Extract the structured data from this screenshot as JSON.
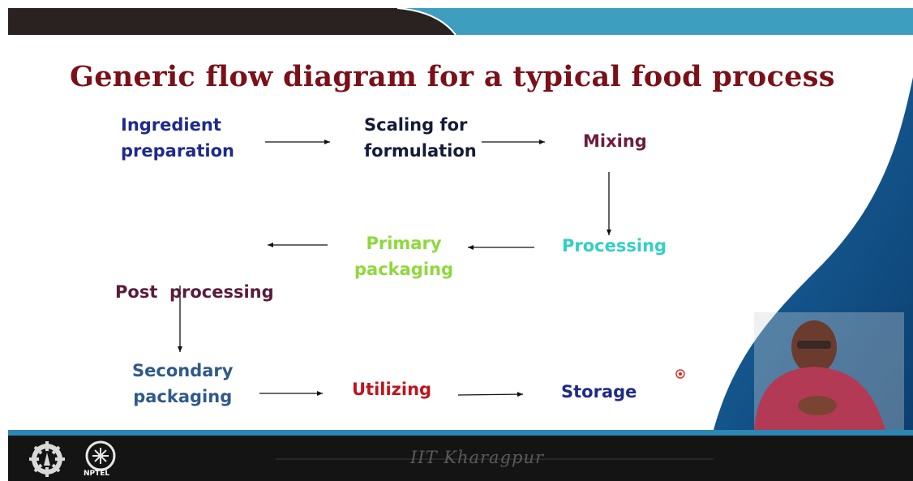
{
  "title": "Generic flow diagram for a typical food process",
  "nodes": [
    {
      "id": "ingredient",
      "lines": [
        "Ingredient",
        "preparation"
      ],
      "color": "#1e2a8c"
    },
    {
      "id": "scaling",
      "lines": [
        "Scaling for",
        "formulation"
      ],
      "color": "#141b38"
    },
    {
      "id": "mixing",
      "lines": [
        "Mixing"
      ],
      "color": "#6e1c3c"
    },
    {
      "id": "processing",
      "lines": [
        "Processing"
      ],
      "color": "#33cfc4"
    },
    {
      "id": "primary",
      "lines": [
        "Primary",
        "packaging"
      ],
      "color": "#8ed83c"
    },
    {
      "id": "post",
      "lines": [
        "Post  processing"
      ],
      "color": "#5a1b3a"
    },
    {
      "id": "secondary",
      "lines": [
        "Secondary",
        "packaging"
      ],
      "color": "#2f5a8a"
    },
    {
      "id": "utilizing",
      "lines": [
        "Utilizing"
      ],
      "color": "#c0141c"
    },
    {
      "id": "storage",
      "lines": [
        "Storage"
      ],
      "color": "#1f2b86"
    }
  ],
  "edges": [
    {
      "from": "ingredient",
      "to": "scaling"
    },
    {
      "from": "scaling",
      "to": "mixing"
    },
    {
      "from": "mixing",
      "to": "processing"
    },
    {
      "from": "processing",
      "to": "primary"
    },
    {
      "from": "primary",
      "to": "post"
    },
    {
      "from": "post",
      "to": "secondary"
    },
    {
      "from": "secondary",
      "to": "utilizing"
    },
    {
      "from": "utilizing",
      "to": "storage"
    }
  ],
  "footer": {
    "institute": "IIT Kharagpur",
    "logo_label": "NPTEL"
  },
  "colors": {
    "title": "#7a1018",
    "top_band_dark": "#2a2121",
    "top_band_teal": "#3d9ec0",
    "side_blue": "#0f4f86",
    "footer_bg": "#141414",
    "footer_stripe": "#2e86b2"
  }
}
